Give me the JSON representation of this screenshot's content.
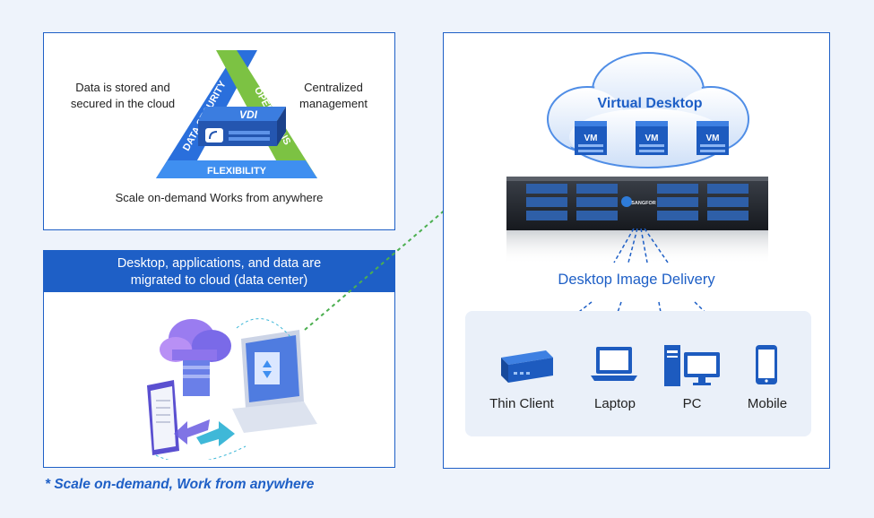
{
  "vdi_panel": {
    "left_caption": "Data is stored and secured in the cloud",
    "left_caption_line1": "Data is stored and",
    "left_caption_line2": "secured in the cloud",
    "right_caption_line1": "Centralized",
    "right_caption_line2": "management",
    "side_left": "DATA SECURITY",
    "side_right": "OPERATIONS",
    "side_bottom": "FLEXIBILITY",
    "device_label": "VDI",
    "bottom_caption": "Scale on-demand Works from anywhere",
    "colors": {
      "left": "#2a6fdc",
      "right": "#7cc243",
      "bottom": "#3f8ff0"
    }
  },
  "migration_panel": {
    "banner_line1": "Desktop, applications, and data are",
    "banner_line2": "migrated to cloud (data center)"
  },
  "virtual_desktop_panel": {
    "cloud_title": "Virtual Desktop",
    "vms": [
      "VM",
      "VM",
      "VM"
    ],
    "server_brand": "SANGFOR",
    "delivery_label": "Desktop Image Delivery",
    "devices": [
      {
        "label": "Thin Client",
        "icon": "thin-client-icon"
      },
      {
        "label": "Laptop",
        "icon": "laptop-icon"
      },
      {
        "label": "PC",
        "icon": "pc-icon"
      },
      {
        "label": "Mobile",
        "icon": "mobile-icon"
      }
    ]
  },
  "footnote": "* Scale on-demand, Work from anywhere",
  "colors": {
    "brand_blue": "#1e5fc6",
    "arrow_green": "#4caf50",
    "panel_border": "#1e5fc6"
  }
}
